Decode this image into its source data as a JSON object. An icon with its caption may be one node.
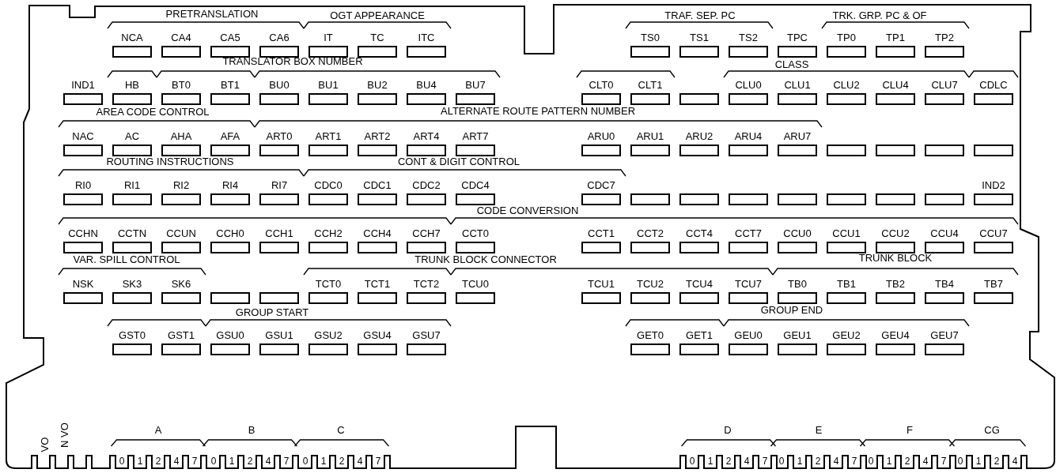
{
  "diagram": {
    "nodes": [
      {
        "text": [
          "NCA"
        ]
      },
      {
        "text": [
          "CA4"
        ]
      },
      {
        "text": [
          "CA5"
        ]
      },
      {
        "text": [
          "CA6"
        ]
      },
      {
        "text": [
          "IT"
        ]
      },
      {
        "text": [
          "TC"
        ]
      },
      {
        "text": [
          "ITC"
        ]
      },
      {
        "text": [
          "TS0"
        ]
      },
      {
        "text": [
          "TS1"
        ]
      },
      {
        "text": [
          "TS2"
        ]
      },
      {
        "text": [
          "TPC"
        ]
      },
      {
        "text": [
          "TP0"
        ]
      },
      {
        "text": [
          "TP1"
        ]
      },
      {
        "text": [
          "TP2"
        ]
      },
      {
        "text": [
          "IND1"
        ]
      },
      {
        "text": [
          "HB"
        ]
      },
      {
        "text": [
          "BT0"
        ]
      },
      {
        "text": [
          "BT1"
        ]
      },
      {
        "text": [
          "BU0"
        ]
      },
      {
        "text": [
          "BU1"
        ]
      },
      {
        "text": [
          "BU2"
        ]
      },
      {
        "text": [
          "BU4"
        ]
      },
      {
        "text": [
          "BU7"
        ]
      },
      {
        "text": [
          "CLT0"
        ]
      },
      {
        "text": [
          "CLT1"
        ]
      },
      {
        "text": [],
        "shape": "box"
      },
      {
        "text": [
          "CLU0"
        ]
      },
      {
        "text": [
          "CLU1"
        ]
      },
      {
        "text": [
          "CLU2"
        ]
      },
      {
        "text": [
          "CLU4"
        ]
      },
      {
        "text": [
          "CLU7"
        ]
      },
      {
        "text": [
          "CDLC"
        ]
      },
      {
        "text": [
          "NAC"
        ]
      },
      {
        "text": [
          "AC"
        ]
      },
      {
        "text": [
          "AHA"
        ]
      },
      {
        "text": [
          "AFA"
        ]
      },
      {
        "text": [
          "ART0"
        ]
      },
      {
        "text": [
          "ART1"
        ]
      },
      {
        "text": [
          "ART2"
        ]
      },
      {
        "text": [
          "ART4"
        ]
      },
      {
        "text": [
          "ART7"
        ]
      },
      {
        "text": [
          "ARU0"
        ]
      },
      {
        "text": [
          "ARU1"
        ]
      },
      {
        "text": [
          "ARU2"
        ]
      },
      {
        "text": [
          "ARU4"
        ]
      },
      {
        "text": [
          "ARU7"
        ]
      },
      {
        "text": [],
        "shape": "box"
      },
      {
        "text": [],
        "shape": "box"
      },
      {
        "text": [],
        "shape": "box"
      },
      {
        "text": [],
        "shape": "box"
      },
      {
        "text": [
          "RI0"
        ]
      },
      {
        "text": [
          "RI1"
        ]
      },
      {
        "text": [
          "RI2"
        ]
      },
      {
        "text": [
          "RI4"
        ]
      },
      {
        "text": [
          "RI7"
        ]
      },
      {
        "text": [
          "CDC0"
        ]
      },
      {
        "text": [
          "CDC1"
        ]
      },
      {
        "text": [
          "CDC2"
        ]
      },
      {
        "text": [
          "CDC4"
        ]
      },
      {
        "text": [
          "CDC7"
        ]
      },
      {
        "text": [],
        "shape": "box"
      },
      {
        "text": [],
        "shape": "box"
      },
      {
        "text": [],
        "shape": "box"
      },
      {
        "text": [],
        "shape": "box"
      },
      {
        "text": [],
        "shape": "box"
      },
      {
        "text": [],
        "shape": "box"
      },
      {
        "text": [],
        "shape": "box"
      },
      {
        "text": [
          "IND2"
        ]
      },
      {
        "text": [
          "CCHN"
        ]
      },
      {
        "text": [
          "CCTN"
        ]
      },
      {
        "text": [
          "CCUN"
        ]
      },
      {
        "text": [
          "CCH0"
        ]
      },
      {
        "text": [
          "CCH1"
        ]
      },
      {
        "text": [
          "CCH2"
        ]
      },
      {
        "text": [
          "CCH4"
        ]
      },
      {
        "text": [
          "CCH7"
        ]
      },
      {
        "text": [
          "CCT0"
        ]
      },
      {
        "text": [
          "CCT1"
        ]
      },
      {
        "text": [
          "CCT2"
        ]
      },
      {
        "text": [
          "CCT4"
        ]
      },
      {
        "text": [
          "CCT7"
        ]
      },
      {
        "text": [
          "CCU0"
        ]
      },
      {
        "text": [
          "CCU1"
        ]
      },
      {
        "text": [
          "CCU2"
        ]
      },
      {
        "text": [
          "CCU4"
        ]
      },
      {
        "text": [
          "CCU7"
        ]
      },
      {
        "text": [
          "NSK"
        ]
      },
      {
        "text": [
          "SK3"
        ]
      },
      {
        "text": [
          "SK6"
        ]
      },
      {
        "text": [],
        "shape": "box"
      },
      {
        "text": [],
        "shape": "box"
      },
      {
        "text": [
          "TCT0"
        ]
      },
      {
        "text": [
          "TCT1"
        ]
      },
      {
        "text": [
          "TCT2"
        ]
      },
      {
        "text": [
          "TCU0"
        ]
      },
      {
        "text": [
          "TCU1"
        ]
      },
      {
        "text": [
          "TCU2"
        ]
      },
      {
        "text": [
          "TCU4"
        ]
      },
      {
        "text": [
          "TCU7"
        ]
      },
      {
        "text": [
          "TB0"
        ]
      },
      {
        "text": [
          "TB1"
        ]
      },
      {
        "text": [
          "TB2"
        ]
      },
      {
        "text": [
          "TB4"
        ]
      },
      {
        "text": [
          "TB7"
        ]
      },
      {
        "text": [
          "GST0"
        ]
      },
      {
        "text": [
          "GST1"
        ]
      },
      {
        "text": [
          "GSU0"
        ]
      },
      {
        "text": [
          "GSU1"
        ]
      },
      {
        "text": [
          "GSU2"
        ]
      },
      {
        "text": [
          "GSU4"
        ]
      },
      {
        "text": [
          "GSU7"
        ]
      },
      {
        "text": [
          "GET0"
        ]
      },
      {
        "text": [
          "GET1"
        ]
      },
      {
        "text": [
          "GEU0"
        ]
      },
      {
        "text": [
          "GEU1"
        ]
      },
      {
        "text": [
          "GEU2"
        ]
      },
      {
        "text": [
          "GEU4"
        ]
      },
      {
        "text": [
          "GEU7"
        ]
      }
    ],
    "labels": [
      "PRETRANSLATION",
      "OGT APPEARANCE",
      "TRAF. SEP. PC",
      "TRK. GRP. PC & OF",
      "TRANSLATOR BOX NUMBER",
      "CLASS",
      "AREA CODE CONTROL",
      "ALTERNATE ROUTE PATTERN NUMBER",
      "ROUTING INSTRUCTIONS",
      "CONT & DIGIT CONTROL",
      "CODE CONVERSION",
      "VAR. SPILL CONTROL",
      "TRUNK BLOCK CONNECTOR",
      "TRUNK BLOCK",
      "GROUP START",
      "GROUP END",
      "VO",
      "N VO",
      "A",
      "B",
      "C",
      "D",
      "E",
      "F",
      "CG",
      "0",
      "1",
      "2",
      "4",
      "7",
      "0",
      "1",
      "2",
      "4",
      "7",
      "0",
      "1",
      "2",
      "4",
      "7",
      "0",
      "1",
      "2",
      "4",
      "7",
      "0",
      "1",
      "2",
      "4",
      "7",
      "0",
      "1",
      "2",
      "4",
      "7",
      "0",
      "1",
      "2",
      "4"
    ]
  }
}
